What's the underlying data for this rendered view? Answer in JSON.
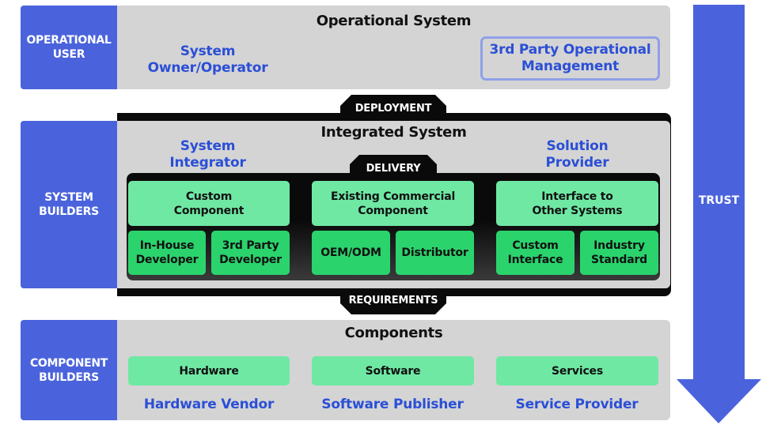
{
  "colors": {
    "side_blue": "#4a63dc",
    "panel_gray": "#d4d4d4",
    "text_blue": "#2b4fd6",
    "box_light_green": "#6fe8a4",
    "box_dark_green": "#2bd36d",
    "band_black": "#0a0a0a"
  },
  "operational": {
    "side_label": "OPERATIONAL\nUSER",
    "title": "Operational System",
    "owner": "System\nOwner/Operator",
    "third_party": "3rd Party Operational\nManagement"
  },
  "deployment_label": "DEPLOYMENT",
  "system_builders": {
    "side_label": "SYSTEM\nBUILDERS",
    "title": "Integrated System",
    "integrator": "System\nIntegrator",
    "solution": "Solution\nProvider",
    "delivery_label": "DELIVERY",
    "groups": [
      {
        "header": "Custom\nComponent",
        "subs": [
          "In-House\nDeveloper",
          "3rd Party\nDeveloper"
        ]
      },
      {
        "header": "Existing Commercial\nComponent",
        "subs": [
          "OEM/ODM",
          "Distributor"
        ]
      },
      {
        "header": "Interface to\nOther Systems",
        "subs": [
          "Custom\nInterface",
          "Industry\nStandard"
        ]
      }
    ]
  },
  "requirements_label": "REQUIREMENTS",
  "component_builders": {
    "side_label": "COMPONENT\nBUILDERS",
    "title": "Components",
    "items": [
      {
        "box": "Hardware",
        "label": "Hardware Vendor"
      },
      {
        "box": "Software",
        "label": "Software Publisher"
      },
      {
        "box": "Services",
        "label": "Service Provider"
      }
    ]
  },
  "trust_label": "TRUST"
}
